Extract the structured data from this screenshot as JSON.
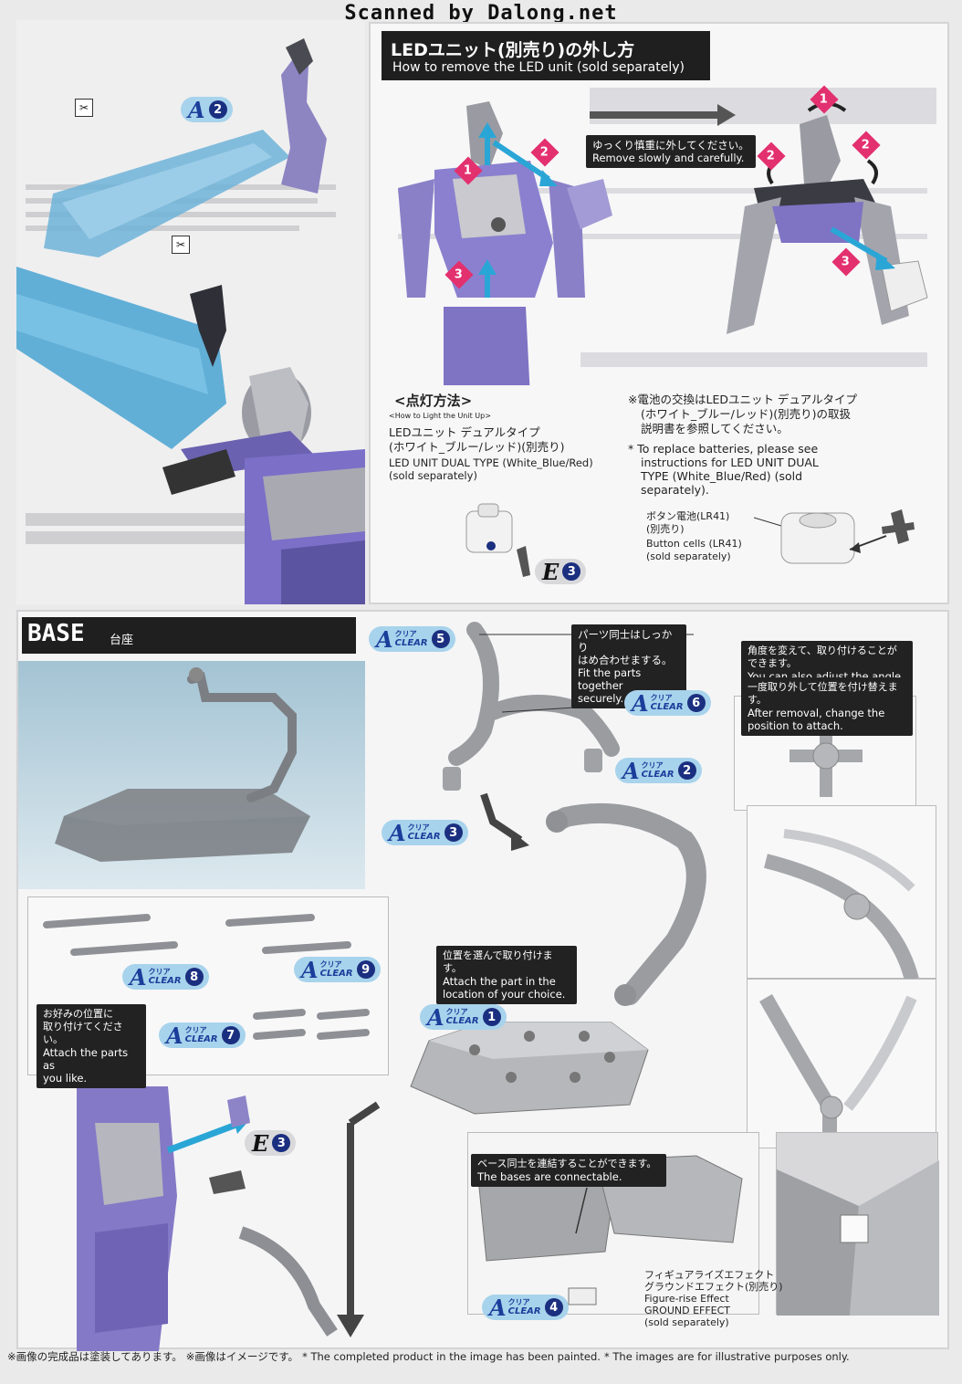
{
  "watermark": "Scanned by Dalong.net",
  "led_section": {
    "title_jp": "LEDユニット(別売り)の外し方",
    "title_en": "How to remove the LED unit (sold separately)",
    "note_jp": "ゆっくり慎重に外してください。",
    "note_en": "Remove slowly and carefully."
  },
  "light_section": {
    "heading_jp": "<点灯方法>",
    "heading_en": "<How to Light the Unit Up>",
    "unit_jp_1": "LEDユニット デュアルタイプ",
    "unit_jp_2": "(ホワイト_ブルー/レッド)(別売り)",
    "unit_en_1": "LED UNIT DUAL TYPE (White_Blue/Red)",
    "unit_en_2": "(sold separately)",
    "battery_jp_1": "※電池の交換はLEDユニット デュアルタイプ",
    "battery_jp_2": "(ホワイト_ブルー/レッド)(別売り)の取扱",
    "battery_jp_3": "説明書を参照してください。",
    "battery_en_1": "* To replace batteries, please see",
    "battery_en_2": "instructions for LED UNIT DUAL",
    "battery_en_3": "TYPE (White_Blue/Red) (sold",
    "battery_en_4": "separately).",
    "cell_jp_1": "ボタン電池(LR41)",
    "cell_jp_2": "(別売り)",
    "cell_en_1": "Button cells (LR41)",
    "cell_en_2": "(sold separately)"
  },
  "base_section": {
    "title_en": "BASE",
    "title_jp": "台座",
    "note_fit_jp_1": "パーツ同士はしっかり",
    "note_fit_jp_2": "はめ合わせまする。",
    "note_fit_en_1": "Fit the parts together",
    "note_fit_en_2": "securely.",
    "note_angle_jp": "角度を変えて、取り付けることができます。",
    "note_angle_en": "You can also adjust the angle.",
    "note_remove_jp": "一度取り外して位置を付け替えます。",
    "note_remove_en_1": "After removal, change the",
    "note_remove_en_2": "position to attach.",
    "note_choose_jp": "位置を選んで取り付けます。",
    "note_choose_en_1": "Attach the part in the",
    "note_choose_en_2": "location of your choice.",
    "note_like_jp_1": "お好みの位置に",
    "note_like_jp_2": "取り付けてください。",
    "note_like_en_1": "Attach the parts as",
    "note_like_en_2": "you like.",
    "note_connect_jp": "ベース同士を連結することができます。",
    "note_connect_en": "The bases are connectable.",
    "ground_jp_1": "フィギュアライズエフェクト",
    "ground_jp_2": "グラウンドエフェクト(別売り)",
    "ground_en_1": "Figure-rise Effect",
    "ground_en_2": "GROUND EFFECT",
    "ground_en_3": "(sold separately)"
  },
  "callouts": {
    "clear_jp": "クリア",
    "clear_en": "CLEAR",
    "letter_a": "A",
    "letter_e": "E",
    "n1": "1",
    "n2": "2",
    "n3": "3",
    "n4": "4",
    "n5": "5",
    "n6": "6",
    "n7": "7",
    "n8": "8",
    "n9": "9"
  },
  "steps": {
    "s1": "1",
    "s2": "2",
    "s3": "3"
  },
  "footer": {
    "jp_1": "※画像の完成品は塗装してあります。",
    "jp_2": "※画像はイメージです。",
    "en_1": "* The completed product in the image has been painted.",
    "en_2": "* The images are for illustrative purposes only."
  },
  "colors": {
    "accent_blue": "#2aa6d6",
    "step_pink": "#e3306e",
    "callout_bg": "#a8d3ec",
    "callout_text": "#1b3e9b",
    "figure_purple": "#7b6fc8"
  }
}
